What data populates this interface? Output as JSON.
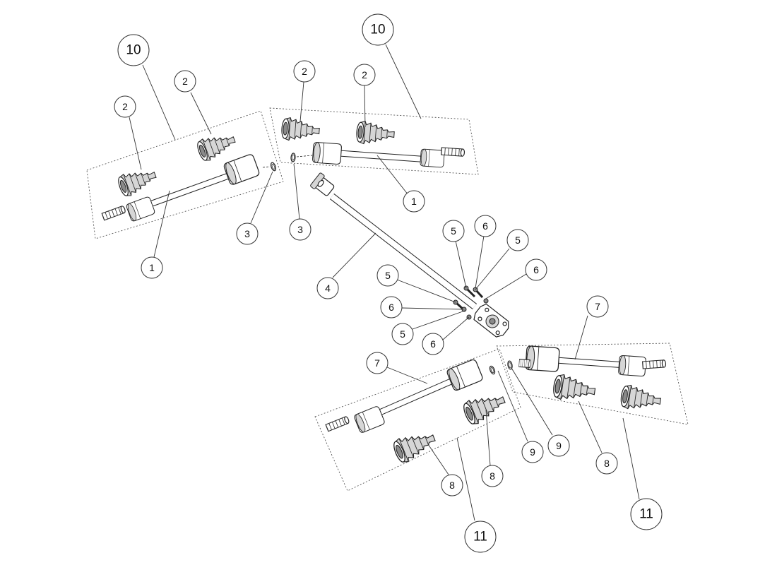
{
  "diagram": {
    "callouts": {
      "c1": "10",
      "c2": "2",
      "c3": "2",
      "c4": "1",
      "c5": "3",
      "c6": "10",
      "c7": "2",
      "c8": "2",
      "c9": "3",
      "c10": "1",
      "c11": "4",
      "c12": "5",
      "c13": "6",
      "c14": "5",
      "c15": "6",
      "c16": "5",
      "c17": "6",
      "c18": "5",
      "c19": "6",
      "c20": "7",
      "c21": "7",
      "c22": "9",
      "c23": "9",
      "c24": "8",
      "c25": "8",
      "c26": "8",
      "c27": "11",
      "c28": "11"
    }
  }
}
